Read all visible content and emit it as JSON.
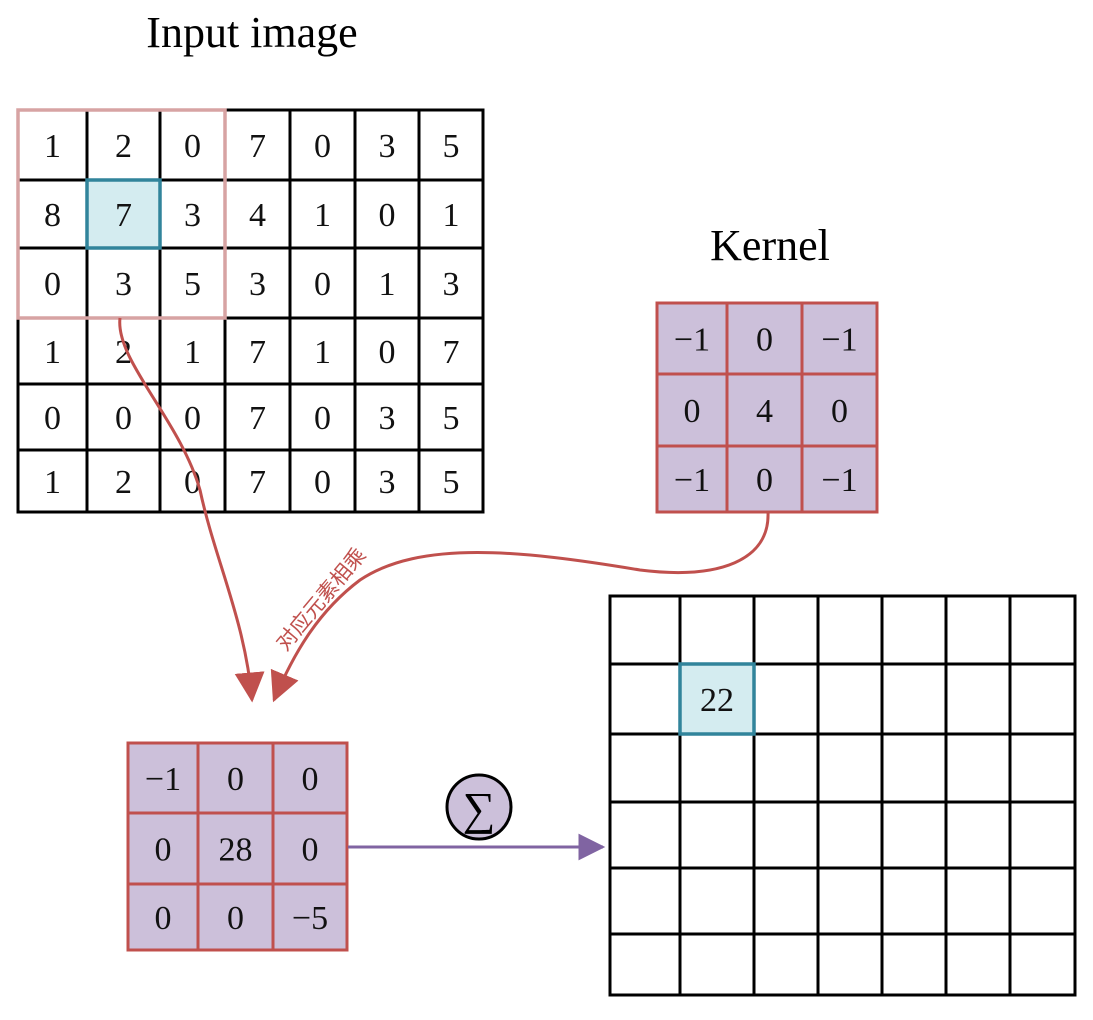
{
  "input_image": {
    "title": "Input image",
    "rows": [
      [
        "1",
        "2",
        "0",
        "7",
        "0",
        "3",
        "5"
      ],
      [
        "8",
        "7",
        "3",
        "4",
        "1",
        "0",
        "1"
      ],
      [
        "0",
        "3",
        "5",
        "3",
        "0",
        "1",
        "3"
      ],
      [
        "1",
        "2",
        "1",
        "7",
        "1",
        "0",
        "7"
      ],
      [
        "0",
        "0",
        "0",
        "7",
        "0",
        "3",
        "5"
      ],
      [
        "1",
        "2",
        "0",
        "7",
        "0",
        "3",
        "5"
      ]
    ],
    "highlight_center_value": "7"
  },
  "kernel": {
    "title": "Kernel",
    "rows": [
      [
        "−1",
        "0",
        "−1"
      ],
      [
        "0",
        "4",
        "0"
      ],
      [
        "−1",
        "0",
        "−1"
      ]
    ]
  },
  "product": {
    "rows": [
      [
        "−1",
        "0",
        "0"
      ],
      [
        "0",
        "28",
        "0"
      ],
      [
        "0",
        "0",
        "−5"
      ]
    ]
  },
  "annotation": "对应元素相乘",
  "sum_symbol": "∑",
  "output": {
    "value": "22",
    "row_count": 6,
    "col_count": 7
  },
  "colors": {
    "grid": "#000000",
    "window_border": "#d7a3a3",
    "highlight_fill": "#d4ecf0",
    "highlight_border": "#31849b",
    "kernel_fill": "#ccc0da",
    "kernel_border": "#c0504d",
    "arrow_red": "#c0504d",
    "arrow_purple": "#8064a2"
  }
}
